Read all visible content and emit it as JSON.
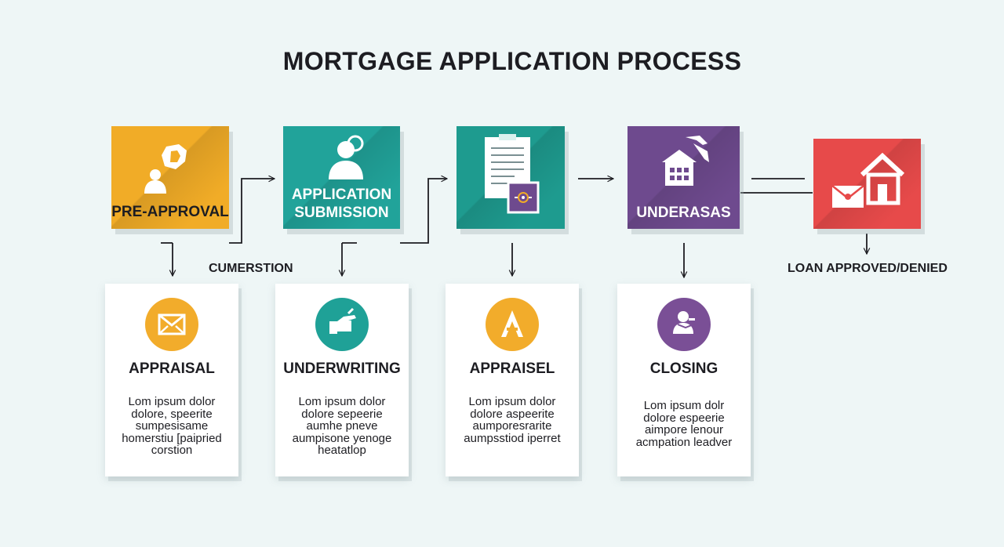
{
  "title": "MORTGAGE APPLICATION PROCESS",
  "steps": [
    {
      "label": "PRE-APPROVAL",
      "color": "#f1ac27",
      "text_color": "#1d1d22",
      "icon": "person-badge-icon"
    },
    {
      "label_lines": [
        "APPLICATION",
        "SUBMISSION"
      ],
      "color": "#21a39a",
      "text_color": "#ffffff",
      "icon": "user-profile-icon"
    },
    {
      "label": "",
      "color": "#1e9b8f",
      "icon": "clipboard-document-icon"
    },
    {
      "label": "UNDERASAS",
      "color": "#6e4a8e",
      "text_color": "#ffffff",
      "icon": "house-arrows-icon"
    },
    {
      "label": "",
      "color": "#e74a4a",
      "icon": "house-envelope-icon"
    }
  ],
  "connector_label": "CUMERSTION",
  "outcome_label": "LOAN APPROVED/DENIED",
  "cards": [
    {
      "title": "APPRAISAL",
      "icon": "envelope-icon",
      "color": "#f2ac2b",
      "body": [
        "Lom ipsum dolor",
        "dolore, speerite",
        "sumpesisame",
        "homerstiu [paipried",
        "corstion"
      ]
    },
    {
      "title": "UNDERWRITING",
      "icon": "hand-pointer-icon",
      "color": "#1fa197",
      "body": [
        "Lom ipsum dolor",
        "dolore sepeerie",
        "aumhe pneve",
        "aumpisone yenoge",
        "heatatlop"
      ]
    },
    {
      "title": "APPRAISEL",
      "icon": "a-letter-icon",
      "color": "#f2ac2b",
      "body": [
        "Lom ipsum dolor",
        "dolore aspeerite",
        "aumporesrarite",
        "aumpsstiod iperret"
      ]
    },
    {
      "title": "CLOSING",
      "icon": "signing-person-icon",
      "color": "#7a4f96",
      "body": [
        "Lom ipsum dolr",
        "dolore espeerie",
        "aimpore lenour",
        "acmpation leadver"
      ]
    }
  ]
}
